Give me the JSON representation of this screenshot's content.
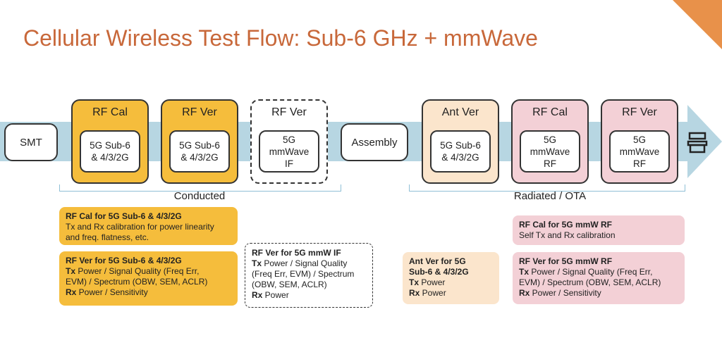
{
  "title": "Cellular Wireless Test Flow: Sub-6 GHz + mmWave",
  "steps": {
    "smt": {
      "label": "SMT"
    },
    "rf_cal_sub6": {
      "label": "RF Cal",
      "inner": "5G Sub-6\n& 4/3/2G"
    },
    "rf_ver_sub6": {
      "label": "RF Ver",
      "inner": "5G Sub-6\n& 4/3/2G"
    },
    "rf_ver_mmw_if": {
      "label": "RF Ver",
      "inner": "5G\nmmWave\nIF"
    },
    "assembly": {
      "label": "Assembly"
    },
    "ant_ver": {
      "label": "Ant Ver",
      "inner": "5G Sub-6\n& 4/3/2G"
    },
    "rf_cal_mmw": {
      "label": "RF Cal",
      "inner": "5G\nmmWave\nRF"
    },
    "rf_ver_mmw": {
      "label": "RF Ver",
      "inner": "5G\nmmWave\nRF"
    }
  },
  "groups": {
    "conducted": "Conducted",
    "radiated": "Radiated / OTA"
  },
  "notes": {
    "rf_cal_sub6": {
      "heading": "RF Cal for 5G Sub-6 & 4/3/2G",
      "lines": [
        "Tx and Rx calibration for power linearity",
        "and freq. flatness, etc."
      ]
    },
    "rf_ver_sub6": {
      "heading": "RF Ver for 5G Sub-6 & 4/3/2G",
      "tx_label": "Tx",
      "tx_text": " Power / Signal Quality (Freq Err,",
      "tx_cont": "EVM) / Spectrum (OBW, SEM, ACLR)",
      "rx_label": "Rx",
      "rx_text": " Power / Sensitivity"
    },
    "rf_ver_mmw_if": {
      "heading": "RF Ver for 5G mmW IF",
      "tx_label": "Tx",
      "tx_text": " Power / Signal Quality",
      "tx_cont1": "(Freq Err, EVM) / Spectrum",
      "tx_cont2": "(OBW, SEM, ACLR)",
      "rx_label": "Rx",
      "rx_text": " Power"
    },
    "ant_ver": {
      "heading1": "Ant Ver for 5G",
      "heading2": "Sub-6 & 4/3/2G",
      "tx_label": "Tx",
      "tx_text": " Power",
      "rx_label": "Rx",
      "rx_text": " Power"
    },
    "rf_cal_mmw": {
      "heading": "RF Cal for 5G mmW RF",
      "line": "Self Tx and Rx calibration"
    },
    "rf_ver_mmw": {
      "heading": "RF Ver for 5G mmW RF",
      "tx_label": "Tx",
      "tx_text": " Power / Signal Quality (Freq Err,",
      "tx_cont": "EVM) / Spectrum (OBW, SEM, ACLR)",
      "rx_label": "Rx",
      "rx_text": " Power / Sensitivity"
    }
  },
  "icons": {
    "exit": "box-exit-icon"
  },
  "colors": {
    "title": "#c8683a",
    "flow_band": "#b7d6e2",
    "sub6_yellow": "#f5bd3c",
    "ant_peach": "#fbe5cc",
    "mmw_pink": "#f3d0d6",
    "corner_orange": "#e8914a"
  }
}
